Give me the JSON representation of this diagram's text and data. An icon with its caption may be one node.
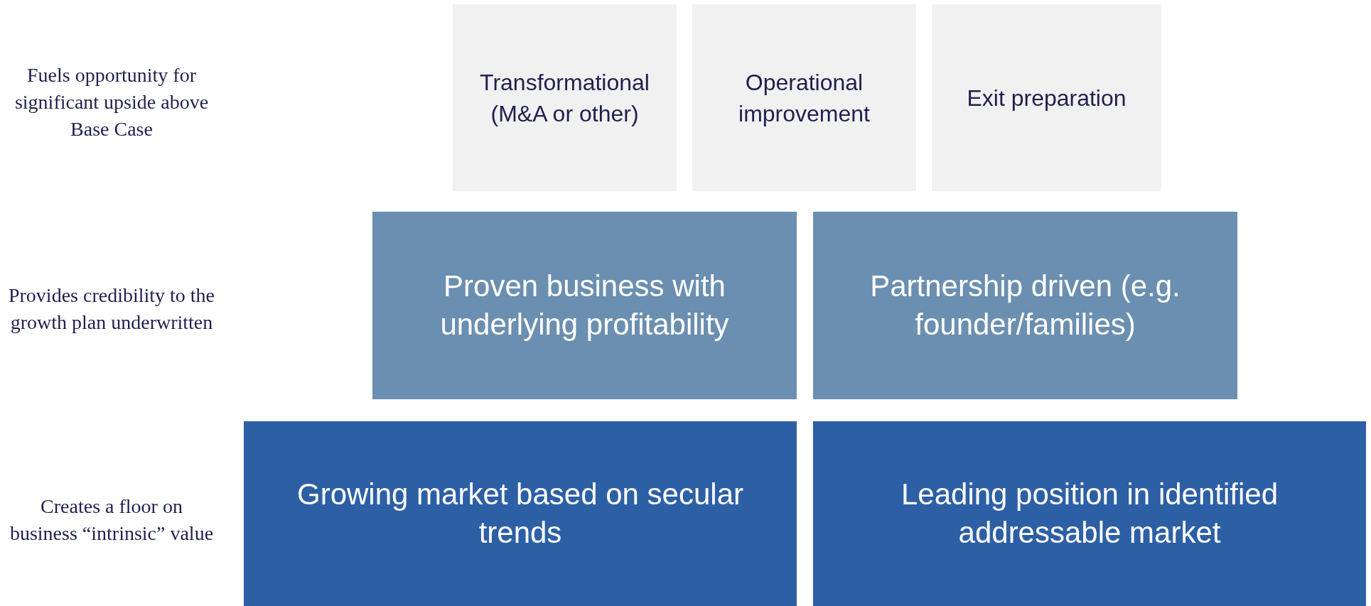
{
  "diagram": {
    "nodes": [
      {
        "text": [
          "Transformational (M&A or other)"
        ]
      },
      {
        "text": [
          "Operational improvement"
        ]
      },
      {
        "text": [
          "Exit preparation"
        ]
      },
      {
        "text": [
          "Proven business with underlying profitability"
        ]
      },
      {
        "text": [
          "Partnership driven (e.g. founder/families)"
        ]
      },
      {
        "text": [
          "Growing market based on secular trends"
        ]
      },
      {
        "text": [
          "Leading position in identified addressable market"
        ]
      }
    ],
    "labels": [
      "Fuels opportunity for significant upside above Base Case",
      "Provides credibility to the growth plan underwritten",
      "Creates a floor on business “intrinsic” value"
    ]
  }
}
